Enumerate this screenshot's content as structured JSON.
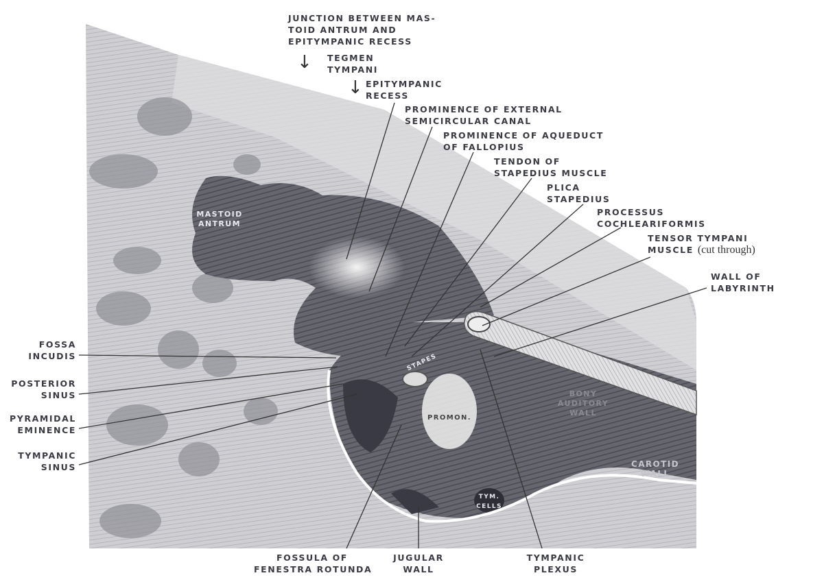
{
  "labels": {
    "junction": "JUNCTION BETWEEN MAS-\nTOID ANTRUM AND\nEPITYMPANIC RECESS",
    "tegmen": "TEGMEN\nTYMPANI",
    "epitympanic": "EPITYMPANIC\nRECESS",
    "ext_canal": "PROMINENCE OF EXTERNAL\nSEMICIRCULAR CANAL",
    "aqueduct": "PROMINENCE OF AQUEDUCT\nOF FALLOPIUS",
    "tendon": "TENDON OF\nSTAPEDIUS MUSCLE",
    "plica": "PLICA\nSTAPEDIUS",
    "processus": "PROCESSUS\nCOCHLEARIFORMIS",
    "tensor_1": "TENSOR TYMPANI",
    "tensor_2": "MUSCLE",
    "tensor_note": "(cut through)",
    "labyrinth": "WALL OF\nLABYRINTH",
    "fossa_incudis": "FOSSA\nINCUDIS",
    "posterior_sinus": "POSTERIOR\nSINUS",
    "pyramidal": "PYRAMIDAL\nEMINENCE",
    "tympanic_sinus": "TYMPANIC\nSINUS",
    "fossula": "FOSSULA OF\nFENESTRA ROTUNDA",
    "jugular": "JUGULAR\nWALL",
    "plexus": "TYMPANIC\nPLEXUS"
  },
  "inner_labels": {
    "mastoid": "MASTOID\nANTRUM",
    "stapes": "STAPES",
    "promon": "PROMON.",
    "bony": "BONY\nAUDITORY\nWALL",
    "carotid": "CAROTID\nWALL",
    "tym_cells": "TYM.\nCELLS"
  },
  "arrow_glyph": "↓"
}
